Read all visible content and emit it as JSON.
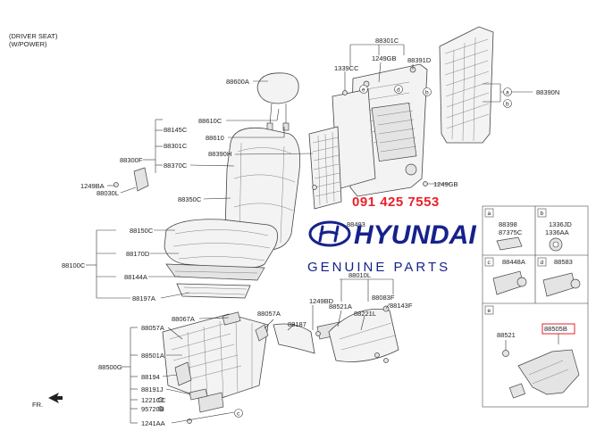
{
  "header": {
    "line1": "(DRIVER SEAT)",
    "line2": "(W/POWER)"
  },
  "watermark": {
    "phone": "091 425 7553",
    "brand": "HYUNDAI",
    "tagline": "GENUINE PARTS"
  },
  "direction": "FR.",
  "labels": {
    "p88600A": "88600A",
    "p88610C": "88610C",
    "p88145C": "88145C",
    "p88610": "88610",
    "p88301C_a": "88301C",
    "p88300F": "88300F",
    "p88370C": "88370C",
    "p88390H": "88390H",
    "p1249BA": "1249BA",
    "p88030L": "88030L",
    "p88350C": "88350C",
    "p88150C": "88150C",
    "p88170D": "88170D",
    "p88100C": "88100C",
    "p88144A": "88144A",
    "p88197A": "88197A",
    "p88067A": "88067A",
    "p88057A_a": "88057A",
    "p88501A": "88501A",
    "p88500G": "88500G",
    "p88194": "88194",
    "p88191J": "88191J",
    "p1221CC": "1221CC",
    "p95720B": "95720B",
    "p1241AA": "1241AA",
    "p88057A_b": "88057A",
    "p88187": "88187",
    "p1249BD": "1249BD",
    "p88521A": "88521A",
    "p88010L": "88010L",
    "p88221L": "88221L",
    "p88083F": "88083F",
    "p88143F": "88143F",
    "p88301C_b": "88301C",
    "p1339CC": "1339CC",
    "p1249GB_a": "1249GB",
    "p88391D": "88391D",
    "p1249GB_b": "1249GB",
    "p88390N": "88390N",
    "p88493": "88493"
  },
  "callouts": [
    "a",
    "b",
    "c",
    "d",
    "e"
  ],
  "parts_box": {
    "a": {
      "letter": "a",
      "parts": [
        "88398",
        "87375C"
      ]
    },
    "b": {
      "letter": "b",
      "parts": [
        "1336JD",
        "1336AA"
      ]
    },
    "c": {
      "letter": "c",
      "parts": [
        "88448A"
      ]
    },
    "d": {
      "letter": "d",
      "parts": [
        "88583"
      ]
    },
    "e": {
      "letter": "e",
      "parts": [
        "88521",
        "88505B"
      ]
    }
  },
  "colors": {
    "watermark_red": "#e8222a",
    "brand_blue": "#16228a",
    "highlight_box": "#e8222a"
  }
}
